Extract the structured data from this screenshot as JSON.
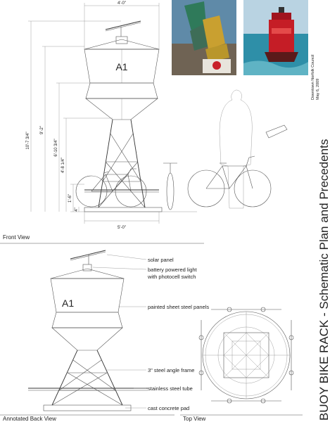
{
  "title": "BUOY BIKE RACK - Schematic Plan and Precedents",
  "credits": {
    "org": "Downtown Norfolk Council",
    "date": "May 6, 2009"
  },
  "views": {
    "front": "Front View",
    "back": "Annotated Back View",
    "top": "Top View"
  },
  "buoy_label": "A1",
  "dimensions": {
    "top_width": "4'-0\"",
    "overall_height": "10'-7 3/4\"",
    "height_2": "9'-2\"",
    "height_3": "6'-10 3/4\"",
    "height_4": "4'-8 1/4\"",
    "height_5": "1'-6\"",
    "height_6": "4\"",
    "base_width": "5'-0\""
  },
  "annotations": [
    "solar panel",
    "battery powered light",
    "with photocell switch",
    "painted sheet steel panels",
    "3\" steel angle frame",
    "stainless steel tube",
    "cast concrete pad"
  ]
}
